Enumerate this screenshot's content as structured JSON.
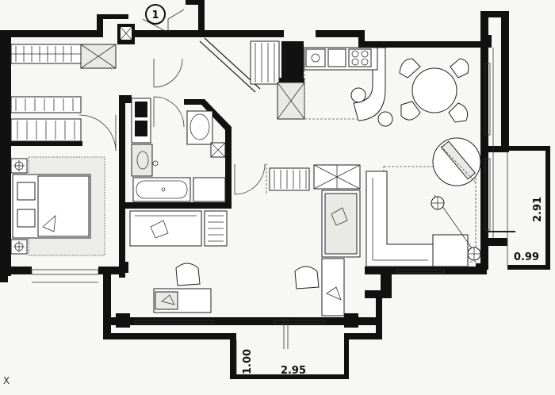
{
  "callout": {
    "label": "1"
  },
  "dimensions": {
    "side_balcony_length": "2.91",
    "side_balcony_width": "0.99",
    "front_balcony_length": "2.95",
    "front_balcony_width": "1.00"
  },
  "corner_mark": "X"
}
